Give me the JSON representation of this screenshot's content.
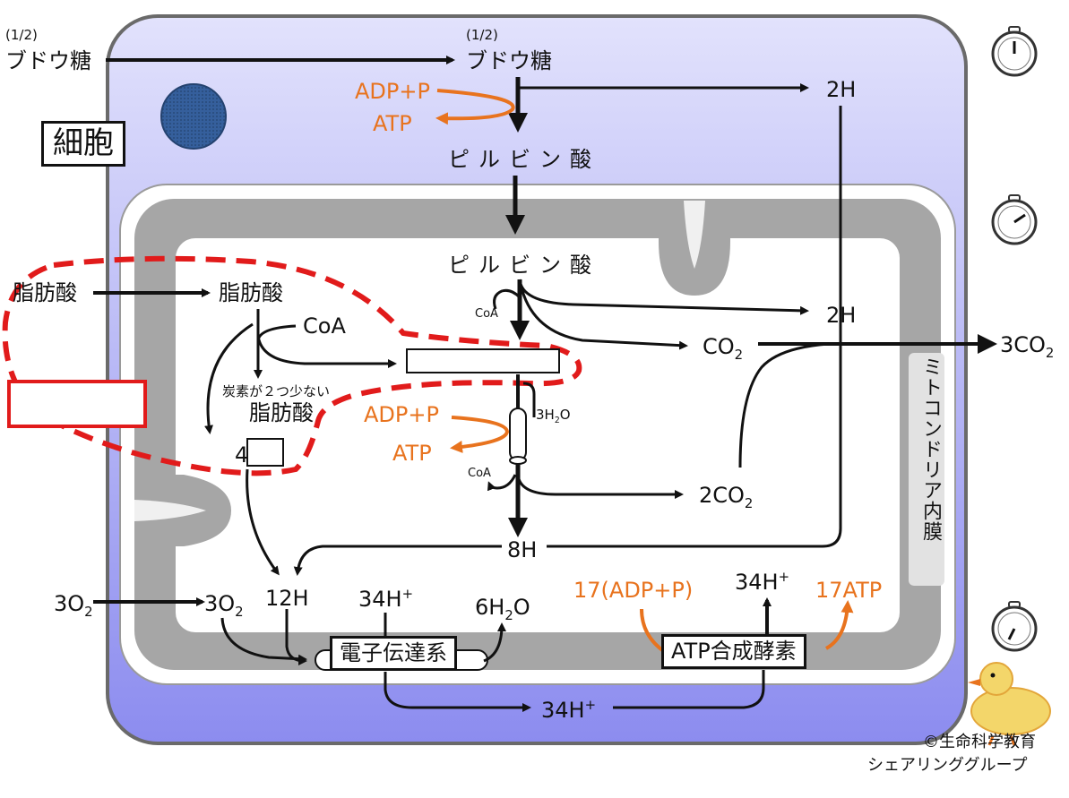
{
  "labels": {
    "glucose_half_left": "(1/2)",
    "glucose_left": "ブドウ糖",
    "glucose_half_center": "(1/2)",
    "glucose_center": "ブドウ糖",
    "cell": "細胞",
    "adp_p_top": "ADP+P",
    "atp_top": "ATP",
    "two_h_top": "2H",
    "pyruvate_1": "ピルビン酸",
    "pyruvate_2": "ピルビン酸",
    "fatty_acid_left": "脂肪酸",
    "fatty_acid_inner": "脂肪酸",
    "coa_main": "CoA",
    "coa_small_1": "CoA",
    "two_h_mid": "2H",
    "co2": "CO",
    "co2_sub": "2",
    "three_co2": "3CO",
    "three_co2_sub": "2",
    "carbon_note": "炭素が２つ少ない",
    "fatty_acid_short": "脂肪酸",
    "adp_p_mid": "ADP+P",
    "three_h2o": "3H",
    "three_h2o_sub": "2",
    "three_h2o_end": "O",
    "atp_mid": "ATP",
    "coa_small_2": "CoA",
    "four": "4",
    "two_co2": "2CO",
    "two_co2_sub": "2",
    "eight_h": "8H",
    "inner_membrane": "ミトコンドリア内膜",
    "three_o2_outer": "3O",
    "three_o2_outer_sub": "2",
    "three_o2_inner": "3O",
    "three_o2_inner_sub": "2",
    "twelve_h": "12H",
    "h34_left": "34H",
    "h34_left_sup": "+",
    "six_h2o": "6H",
    "six_h2o_sub": "2",
    "six_h2o_end": "O",
    "adp17": "17(ADP+P)",
    "h34_right": "34H",
    "h34_right_sup": "+",
    "atp17": "17ATP",
    "etc": "電子伝達系",
    "atp_synthase": "ATP合成酵素",
    "h34_bottom": "34H",
    "h34_bottom_sup": "+",
    "copyright_1": "©生命科学教育",
    "copyright_2": "シェアリンググループ"
  },
  "colors": {
    "cell_fill_top": "#dcdcfb",
    "cell_fill_bottom": "#8f8ff0",
    "cell_border": "#6a6a6a",
    "membrane": "#a6a6a6",
    "accent_orange": "#e8731e",
    "dash_red": "#e11b1b",
    "nucleus": "#2f5a97"
  },
  "icons": [
    "stopwatch-icon",
    "stopwatch-icon",
    "stopwatch-icon",
    "duck-icon"
  ]
}
